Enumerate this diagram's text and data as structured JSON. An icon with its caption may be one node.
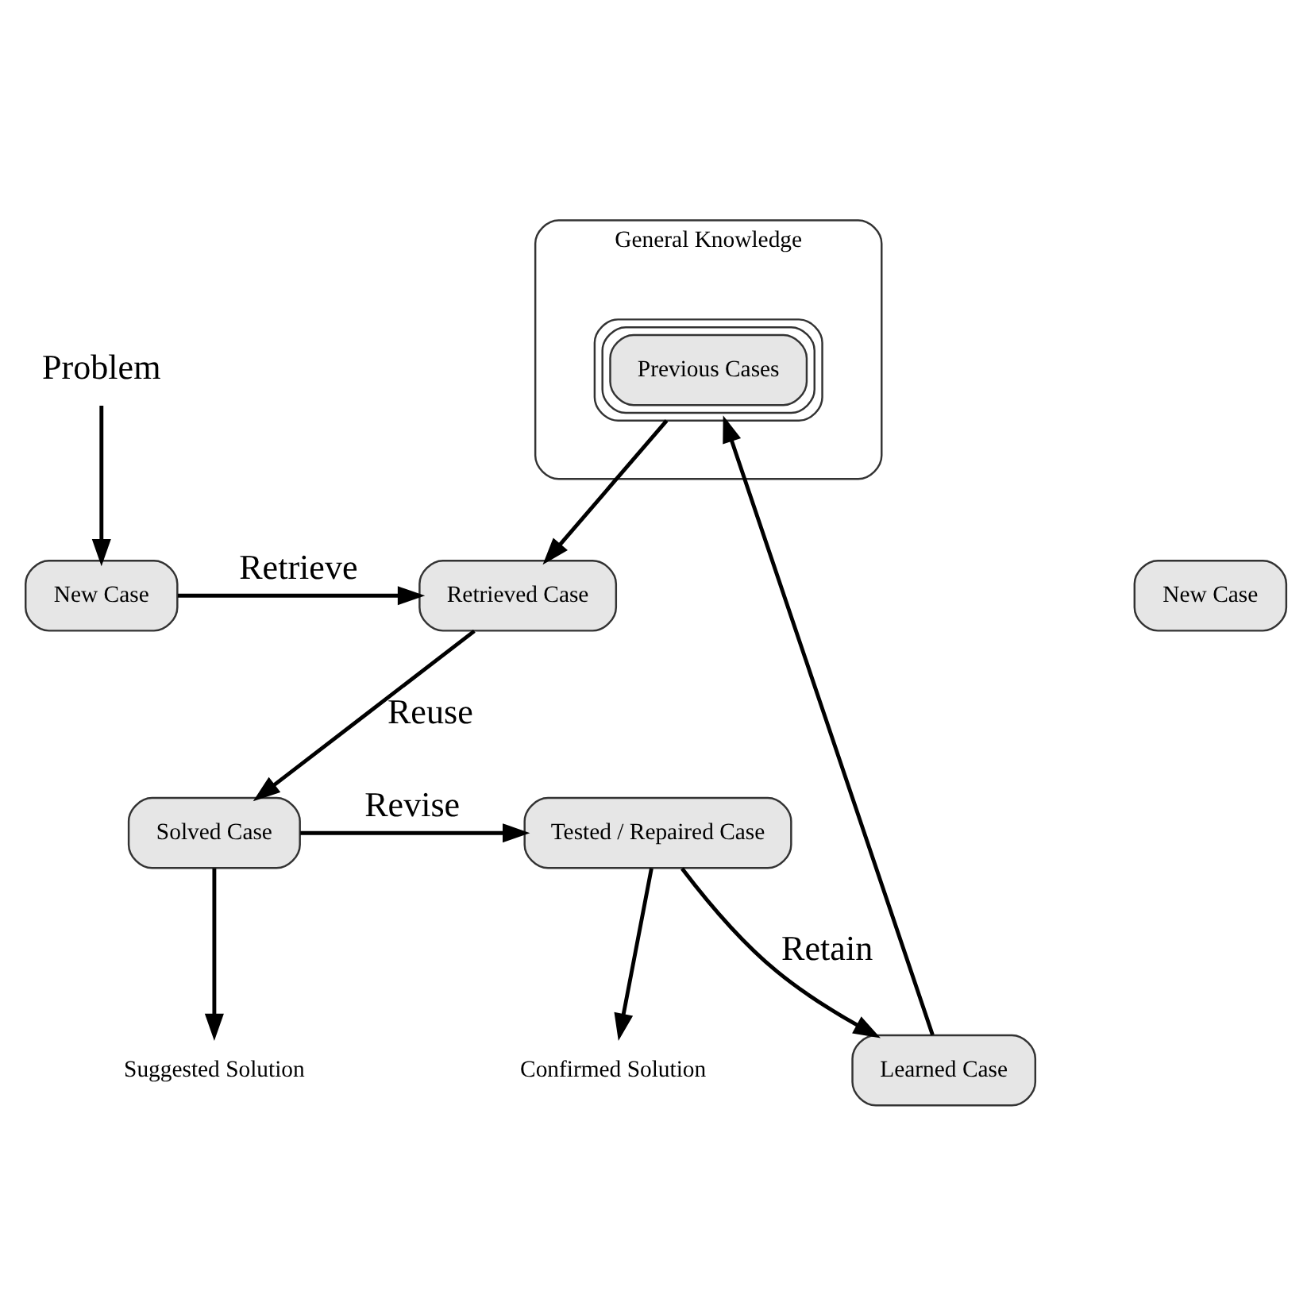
{
  "diagram": {
    "nodes": [
      {
        "text": [
          "Problem"
        ]
      },
      {
        "text": [
          "New Case"
        ]
      },
      {
        "text": [
          "Retrieved Case"
        ]
      },
      {
        "text": [
          "New Case"
        ]
      },
      {
        "text": [
          "General Knowledge"
        ]
      },
      {
        "text": [
          "Previous Cases"
        ],
        "in": 4
      },
      {
        "text": [
          "Learned Case"
        ]
      },
      {
        "text": [
          "Solved Case"
        ]
      },
      {
        "text": [
          "Tested / Repaired Case"
        ]
      },
      {
        "text": [
          "Confirmed Solution"
        ]
      },
      {
        "text": [
          "Suggested Solution"
        ]
      }
    ],
    "edges": [
      {
        "from": 0,
        "to": 1,
        "arrow": "to"
      },
      {
        "from": 1,
        "to": 2,
        "arrow": "to",
        "label": "Retrieve"
      },
      {
        "from": 5,
        "to": 2,
        "arrow": "to"
      },
      {
        "from": 2,
        "to": 7,
        "arrow": "to",
        "label": "Reuse"
      },
      {
        "from": 7,
        "to": 8,
        "arrow": "to",
        "label": "Revise"
      },
      {
        "from": 8,
        "to": 6,
        "arrow": "to",
        "label": "Retain"
      },
      {
        "from": 6,
        "to": 5,
        "arrow": "to"
      },
      {
        "from": 8,
        "to": 9,
        "arrow": "to"
      },
      {
        "from": 7,
        "to": 10,
        "arrow": "to"
      }
    ]
  }
}
